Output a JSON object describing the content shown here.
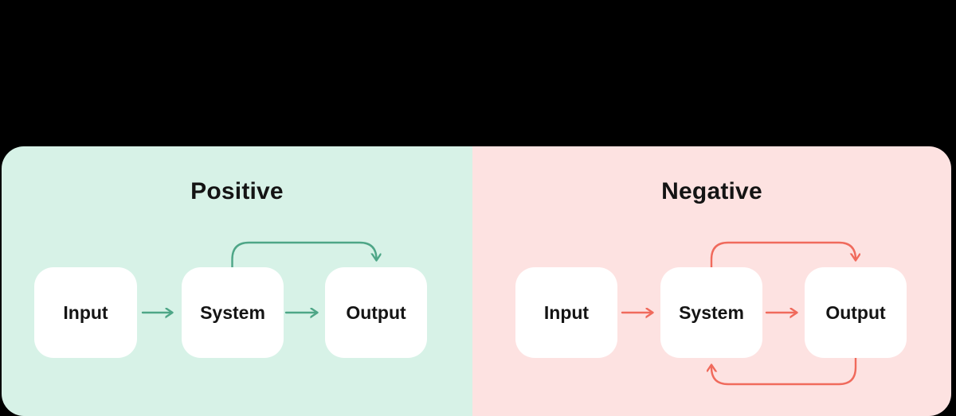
{
  "colors": {
    "page_bg": "#000000",
    "positive_bg": "#d7f2e7",
    "negative_bg": "#fde2e1",
    "positive_arrow": "#4ea687",
    "negative_arrow": "#f06a5c",
    "node_bg": "#ffffff",
    "text": "#141414"
  },
  "panels": [
    {
      "id": "positive",
      "title": "Positive",
      "nodes": [
        "Input",
        "System",
        "Output"
      ],
      "flow": [
        "Input -> System",
        "System -> Output"
      ],
      "feedback_loops": [
        "System -> Output (top curve)"
      ]
    },
    {
      "id": "negative",
      "title": "Negative",
      "nodes": [
        "Input",
        "System",
        "Output"
      ],
      "flow": [
        "Input -> System",
        "System -> Output"
      ],
      "feedback_loops": [
        "System -> Output (top curve)",
        "Output -> System (bottom curve)"
      ]
    }
  ]
}
